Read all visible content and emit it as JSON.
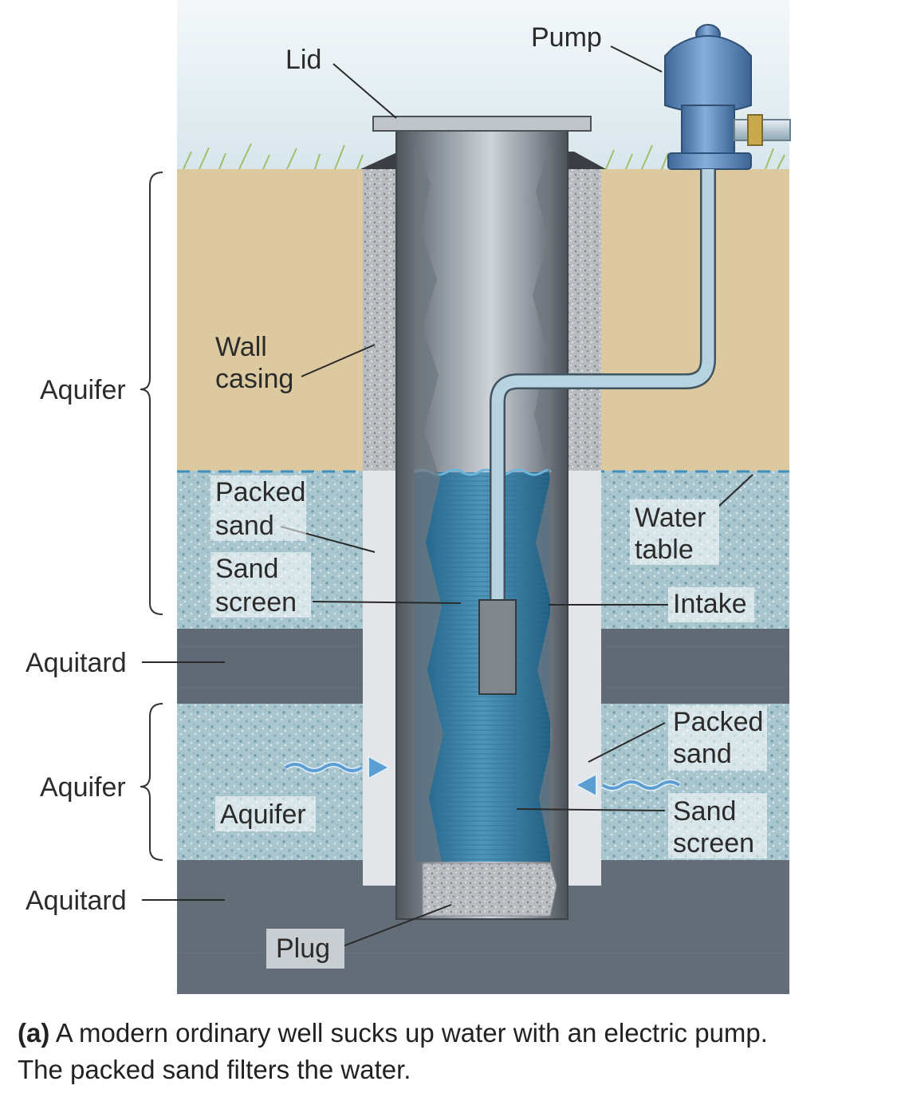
{
  "labels": {
    "lid": "Lid",
    "pump": "Pump",
    "wall_casing_1": "Wall",
    "wall_casing_2": "casing",
    "aquifer_upper": "Aquifer",
    "packed_sand_upper_1": "Packed",
    "packed_sand_upper_2": "sand",
    "sand_screen_upper_1": "Sand",
    "sand_screen_upper_2": "screen",
    "water_table_1": "Water",
    "water_table_2": "table",
    "intake": "Intake",
    "aquitard_upper": "Aquitard",
    "aquifer_lower_bracket": "Aquifer",
    "aquifer_lower_inner": "Aquifer",
    "packed_sand_lower_1": "Packed",
    "packed_sand_lower_2": "sand",
    "sand_screen_lower_1": "Sand",
    "sand_screen_lower_2": "screen",
    "aquitard_lower": "Aquitard",
    "plug": "Plug"
  },
  "caption": {
    "tag": "(a)",
    "line1": "A modern ordinary well sucks up water with an electric pump.",
    "line2": "The packed sand filters the water."
  },
  "colors": {
    "sky": "#dfe9ee",
    "soil": "#ddc9a0",
    "aquifer": "#b4ced6",
    "aquitard": "#5f6a74",
    "casing": "#c8ccd2",
    "pipe_metal": "#9aa3ab",
    "water": "#3f82a6",
    "pump": "#5b86b8"
  }
}
